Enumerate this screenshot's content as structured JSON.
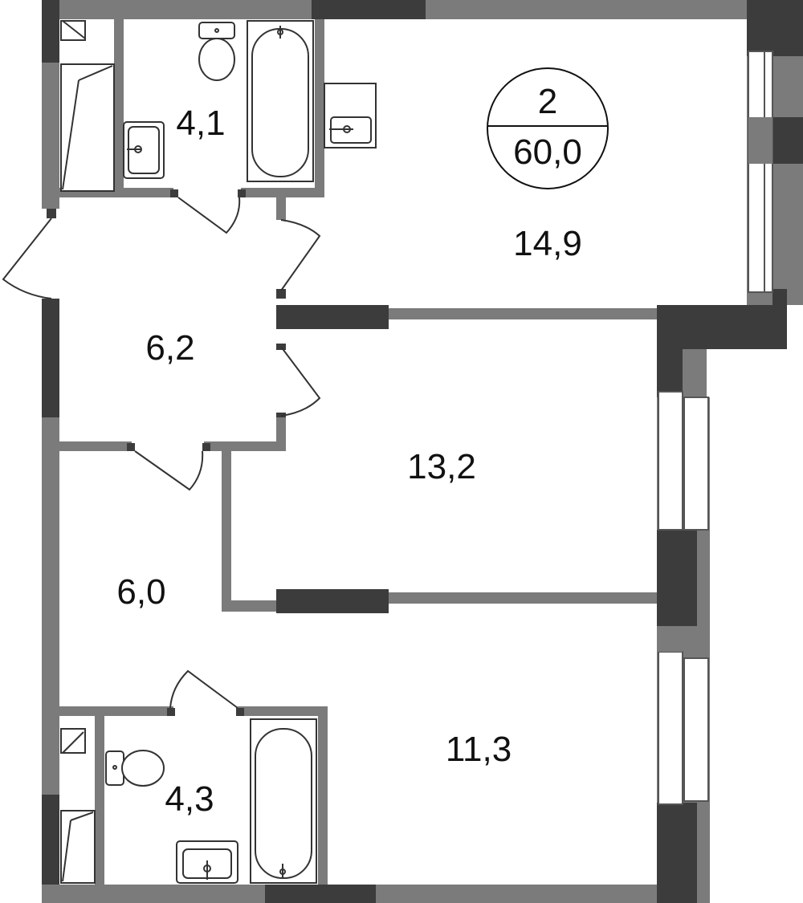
{
  "apartment": {
    "rooms_count": "2",
    "total_area": "60,0"
  },
  "rooms": {
    "bathroom_top": "4,1",
    "living_room": "14,9",
    "hall": "6,2",
    "bedroom_middle": "13,2",
    "corridor": "6,0",
    "bedroom_bottom": "11,3",
    "bathroom_bottom": "4,3"
  },
  "colors": {
    "wall_dark": "#3c3c3c",
    "wall_grey": "#7b7b7b",
    "fixture_stroke": "#333333"
  }
}
